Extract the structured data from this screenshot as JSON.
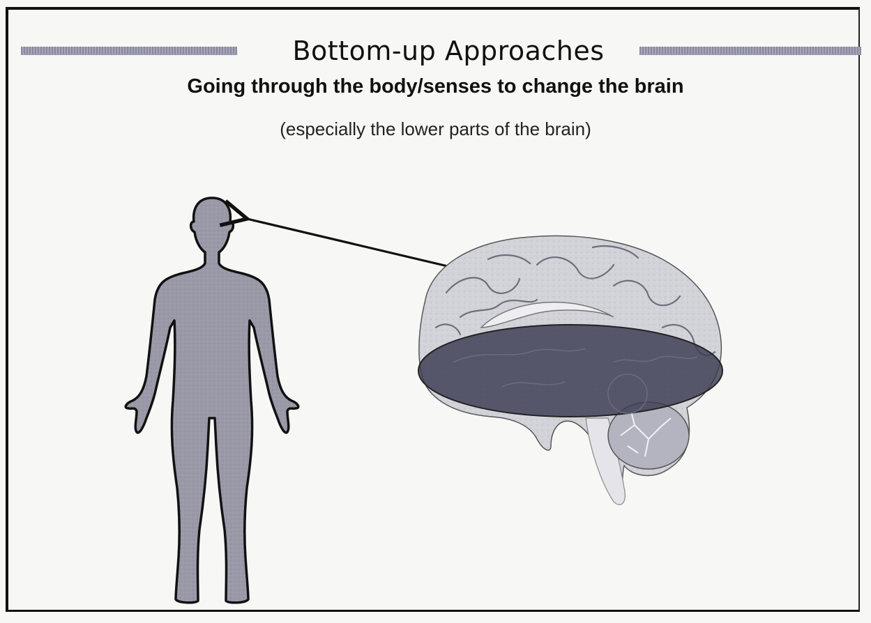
{
  "slide": {
    "title": "Bottom-up Approaches",
    "subtitle": "Going through the body/senses to change the brain",
    "note": "(especially the lower parts of the brain)"
  },
  "illustration": {
    "body_icon": "human-body-silhouette-icon",
    "brain_icon": "brain-cross-section-icon",
    "highlight_region": "lower brain",
    "colors": {
      "body_fill": "#9a99a8",
      "brain_fill": "#cfcfd6",
      "highlight_fill": "#3b3b52",
      "outline": "#111111"
    }
  }
}
